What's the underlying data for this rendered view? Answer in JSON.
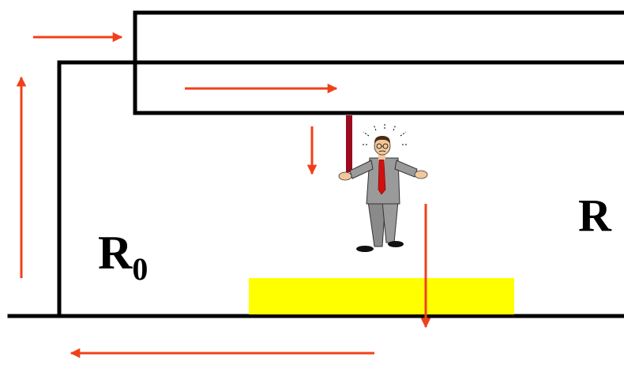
{
  "labels": {
    "r0_main": "R",
    "r0_sub": "0",
    "r": "R"
  },
  "colors": {
    "wire": "#000000",
    "arrow": "#f0401a",
    "yellow_block": "#ffff00",
    "support_rod": "#9b0a1e",
    "suit": "#9a9a9a",
    "tie": "#d01010",
    "skin": "#f2c79a"
  },
  "icons": {
    "person": "confused-businessman-icon"
  }
}
